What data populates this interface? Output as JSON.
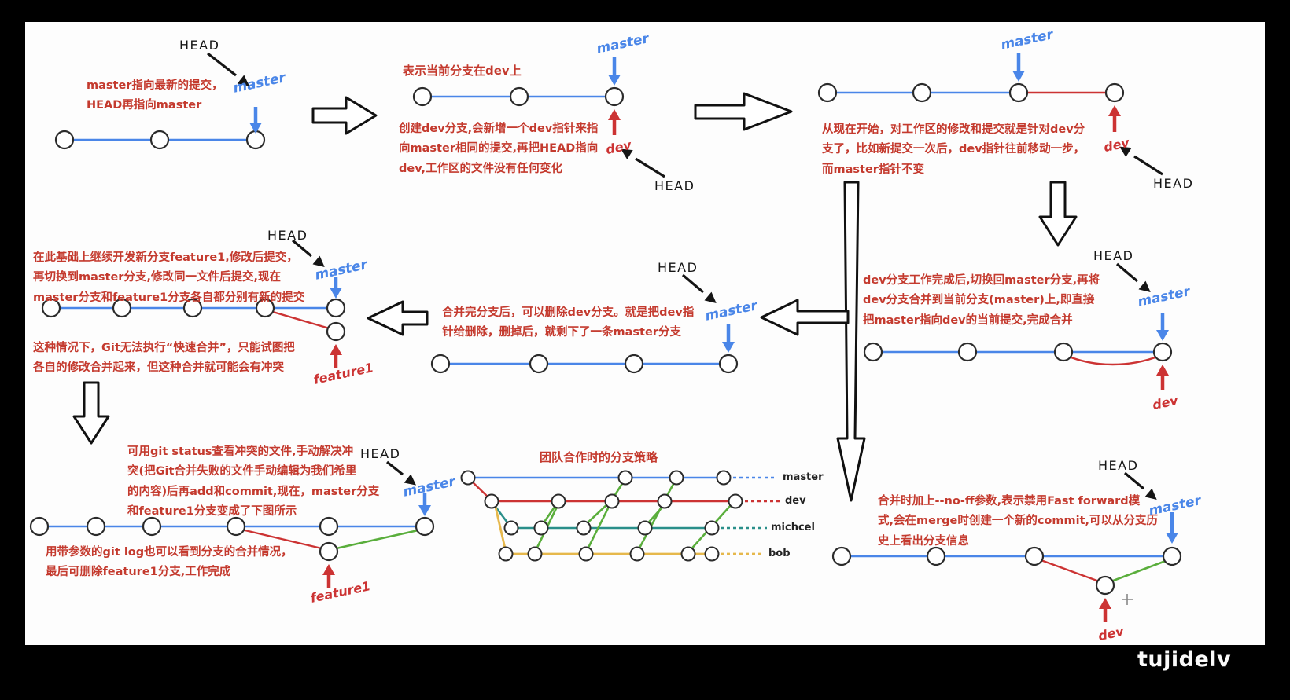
{
  "watermark": "tujidelv",
  "labels": {
    "head": "HEAD",
    "master": "master",
    "dev": "dev",
    "feature1": "feature1"
  },
  "panels": {
    "p1_initial": {
      "note": "master指向最新的提交，\nHEAD再指向master"
    },
    "p2_create_dev": {
      "title": "表示当前分支在dev上",
      "note": "创建dev分支,会新增一个dev指针来指\n向master相同的提交,再把HEAD指向\ndev,工作区的文件没有任何变化"
    },
    "p3_commit_on_dev": {
      "note": "从现在开始，对工作区的修改和提交就是针对dev分\n支了，比如新提交一次后，dev指针往前移动一步，\n而master指针不变"
    },
    "p4_merge_dev": {
      "note": "dev分支工作完成后,切换回master分支,再将\ndev分支合并到当前分支(master)上,即直接\n把master指向dev的当前提交,完成合并"
    },
    "p5_delete_dev": {
      "note": "合并完分支后，可以删除dev分支。就是把dev指\n针给删除，删掉后，就剩下了一条master分支"
    },
    "p6_feature1_conflict": {
      "note_top": "在此基础上继续开发新分支feature1,修改后提交，\n再切换到master分支,修改同一文件后提交,现在\nmaster分支和feature1分支各自都分别有新的提交",
      "note_bottom": "这种情况下，Git无法执行“快速合并”，只能试图把\n各自的修改合并起来，但这种合并就可能会有冲突"
    },
    "p7_resolve_conflict": {
      "note_top": "可用git status查看冲突的文件,手动解决冲\n突(把Git合并失败的文件手动编辑为我们希里\n的内容)后再add和commit,现在，master分支\n和feature1分支变成了下图所示",
      "note_bottom": "用带参数的git log也可以看到分支的合并情况，\n最后可删除feature1分支,工作完成"
    },
    "p8_team": {
      "title": "团队合作时的分支策略",
      "branches": [
        "master",
        "dev",
        "michcel",
        "bob"
      ]
    },
    "p9_no_ff": {
      "note": "合并时加上--no-ff参数,表示禁用Fast forward模\n式,会在merge时创建一个新的commit,可以从分支历\n史上看出分支信息"
    }
  },
  "colors": {
    "master_blue": "#4a86e8",
    "branch_red": "#cc3333",
    "merge_green": "#5aae3c",
    "michcel_teal": "#2a8f8a",
    "bob_yellow": "#e6b84c",
    "note_red": "#c43a2e"
  }
}
